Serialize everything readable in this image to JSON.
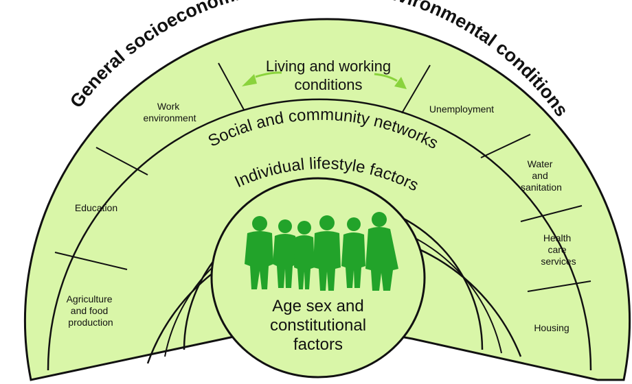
{
  "diagram": {
    "outer_layer": "General socioeconomic, cultural, and environmental conditions",
    "middle_layer_heading": {
      "line1": "Living and working",
      "line2": "conditions"
    },
    "sectors_left": [
      {
        "lines": [
          "Work",
          "environment"
        ]
      },
      {
        "lines": [
          "Education"
        ]
      },
      {
        "lines": [
          "Agriculture",
          "and food",
          "production"
        ]
      }
    ],
    "sectors_right": [
      {
        "lines": [
          "Unemployment"
        ]
      },
      {
        "lines": [
          "Water",
          "and",
          "sanitation"
        ]
      },
      {
        "lines": [
          "Health",
          "care",
          "services"
        ]
      },
      {
        "lines": [
          "Housing"
        ]
      }
    ],
    "social_layer": "Social and community networks",
    "lifestyle_layer": "Individual lifestyle factors",
    "center": {
      "line1": "Age sex and",
      "line2": "constitutional",
      "line3": "factors"
    },
    "colors": {
      "fill": "#d9f6a8",
      "stroke": "#111111",
      "people": "#22a32a",
      "arrows": "#8ad33c"
    }
  }
}
